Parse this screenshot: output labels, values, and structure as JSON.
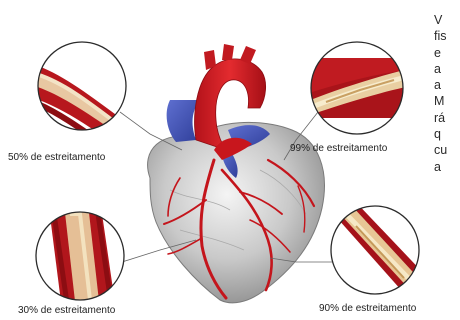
{
  "diagram": {
    "captions": {
      "top_left": "50% de estreitamento",
      "top_right": "99% de estreitamento",
      "bottom_left": "30% de estreitamento",
      "bottom_right": "90% de estreitamento"
    },
    "side_text_lines": [
      "V",
      "fis",
      "e",
      "a",
      "a",
      "M",
      "rá",
      "q",
      "cu",
      "a"
    ]
  }
}
